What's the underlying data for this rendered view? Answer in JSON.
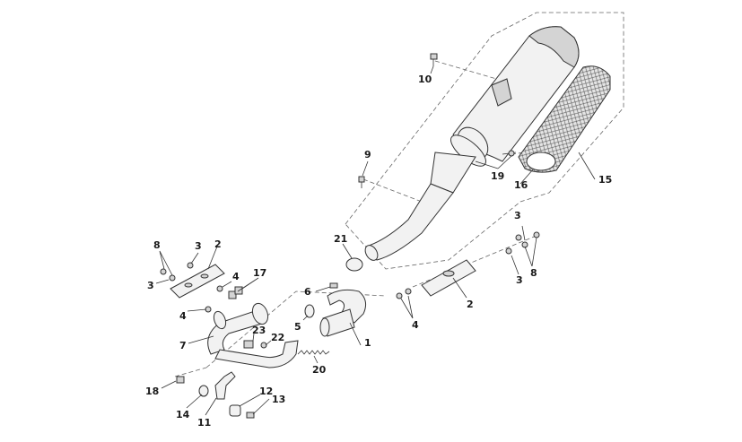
{
  "diagram": {
    "callouts": [
      {
        "id": "c1",
        "text": "1"
      },
      {
        "id": "c2a",
        "text": "2"
      },
      {
        "id": "c2b",
        "text": "2"
      },
      {
        "id": "c3a",
        "text": "3"
      },
      {
        "id": "c3b",
        "text": "3"
      },
      {
        "id": "c3c",
        "text": "3"
      },
      {
        "id": "c3d",
        "text": "3"
      },
      {
        "id": "c4a",
        "text": "4"
      },
      {
        "id": "c4b",
        "text": "4"
      },
      {
        "id": "c4c",
        "text": "4"
      },
      {
        "id": "c5",
        "text": "5"
      },
      {
        "id": "c6",
        "text": "6"
      },
      {
        "id": "c7",
        "text": "7"
      },
      {
        "id": "c8a",
        "text": "8"
      },
      {
        "id": "c8b",
        "text": "8"
      },
      {
        "id": "c9",
        "text": "9"
      },
      {
        "id": "c10",
        "text": "10"
      },
      {
        "id": "c11",
        "text": "11"
      },
      {
        "id": "c12",
        "text": "12"
      },
      {
        "id": "c13",
        "text": "13"
      },
      {
        "id": "c14",
        "text": "14"
      },
      {
        "id": "c15",
        "text": "15"
      },
      {
        "id": "c16",
        "text": "16"
      },
      {
        "id": "c17",
        "text": "17"
      },
      {
        "id": "c18",
        "text": "18"
      },
      {
        "id": "c19",
        "text": "19"
      },
      {
        "id": "c20",
        "text": "20"
      },
      {
        "id": "c21",
        "text": "21"
      },
      {
        "id": "c22",
        "text": "22"
      },
      {
        "id": "c23",
        "text": "23"
      }
    ]
  }
}
